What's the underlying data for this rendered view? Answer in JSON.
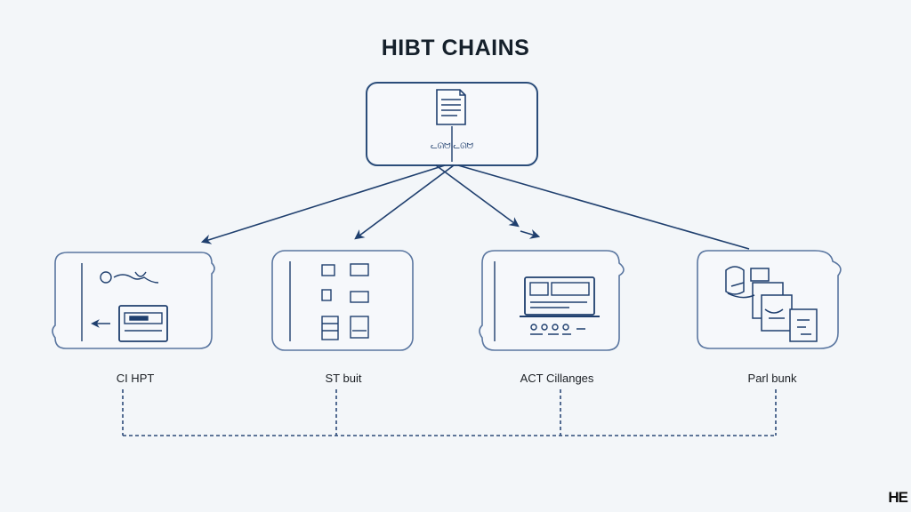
{
  "diagram": {
    "title": "HIBT CHAINS",
    "root_caption": "ᓚᘏᗢ ᓚᘏᗢ",
    "nodes": [
      {
        "label": "CI HPT",
        "icon": "workflow-sketch-icon"
      },
      {
        "label": "ST buit",
        "icon": "grid-of-items-icon"
      },
      {
        "label": "ACT Cillanges",
        "icon": "dashboard-screen-icon"
      },
      {
        "label": "Parl bunk",
        "icon": "stacked-documents-icon"
      }
    ],
    "logo_text": "HE",
    "colors": {
      "background": "#f3f6f9",
      "stroke": "#1f3f6e",
      "box_stroke": "#2b4d7a",
      "connector": "#2c4a78"
    }
  }
}
